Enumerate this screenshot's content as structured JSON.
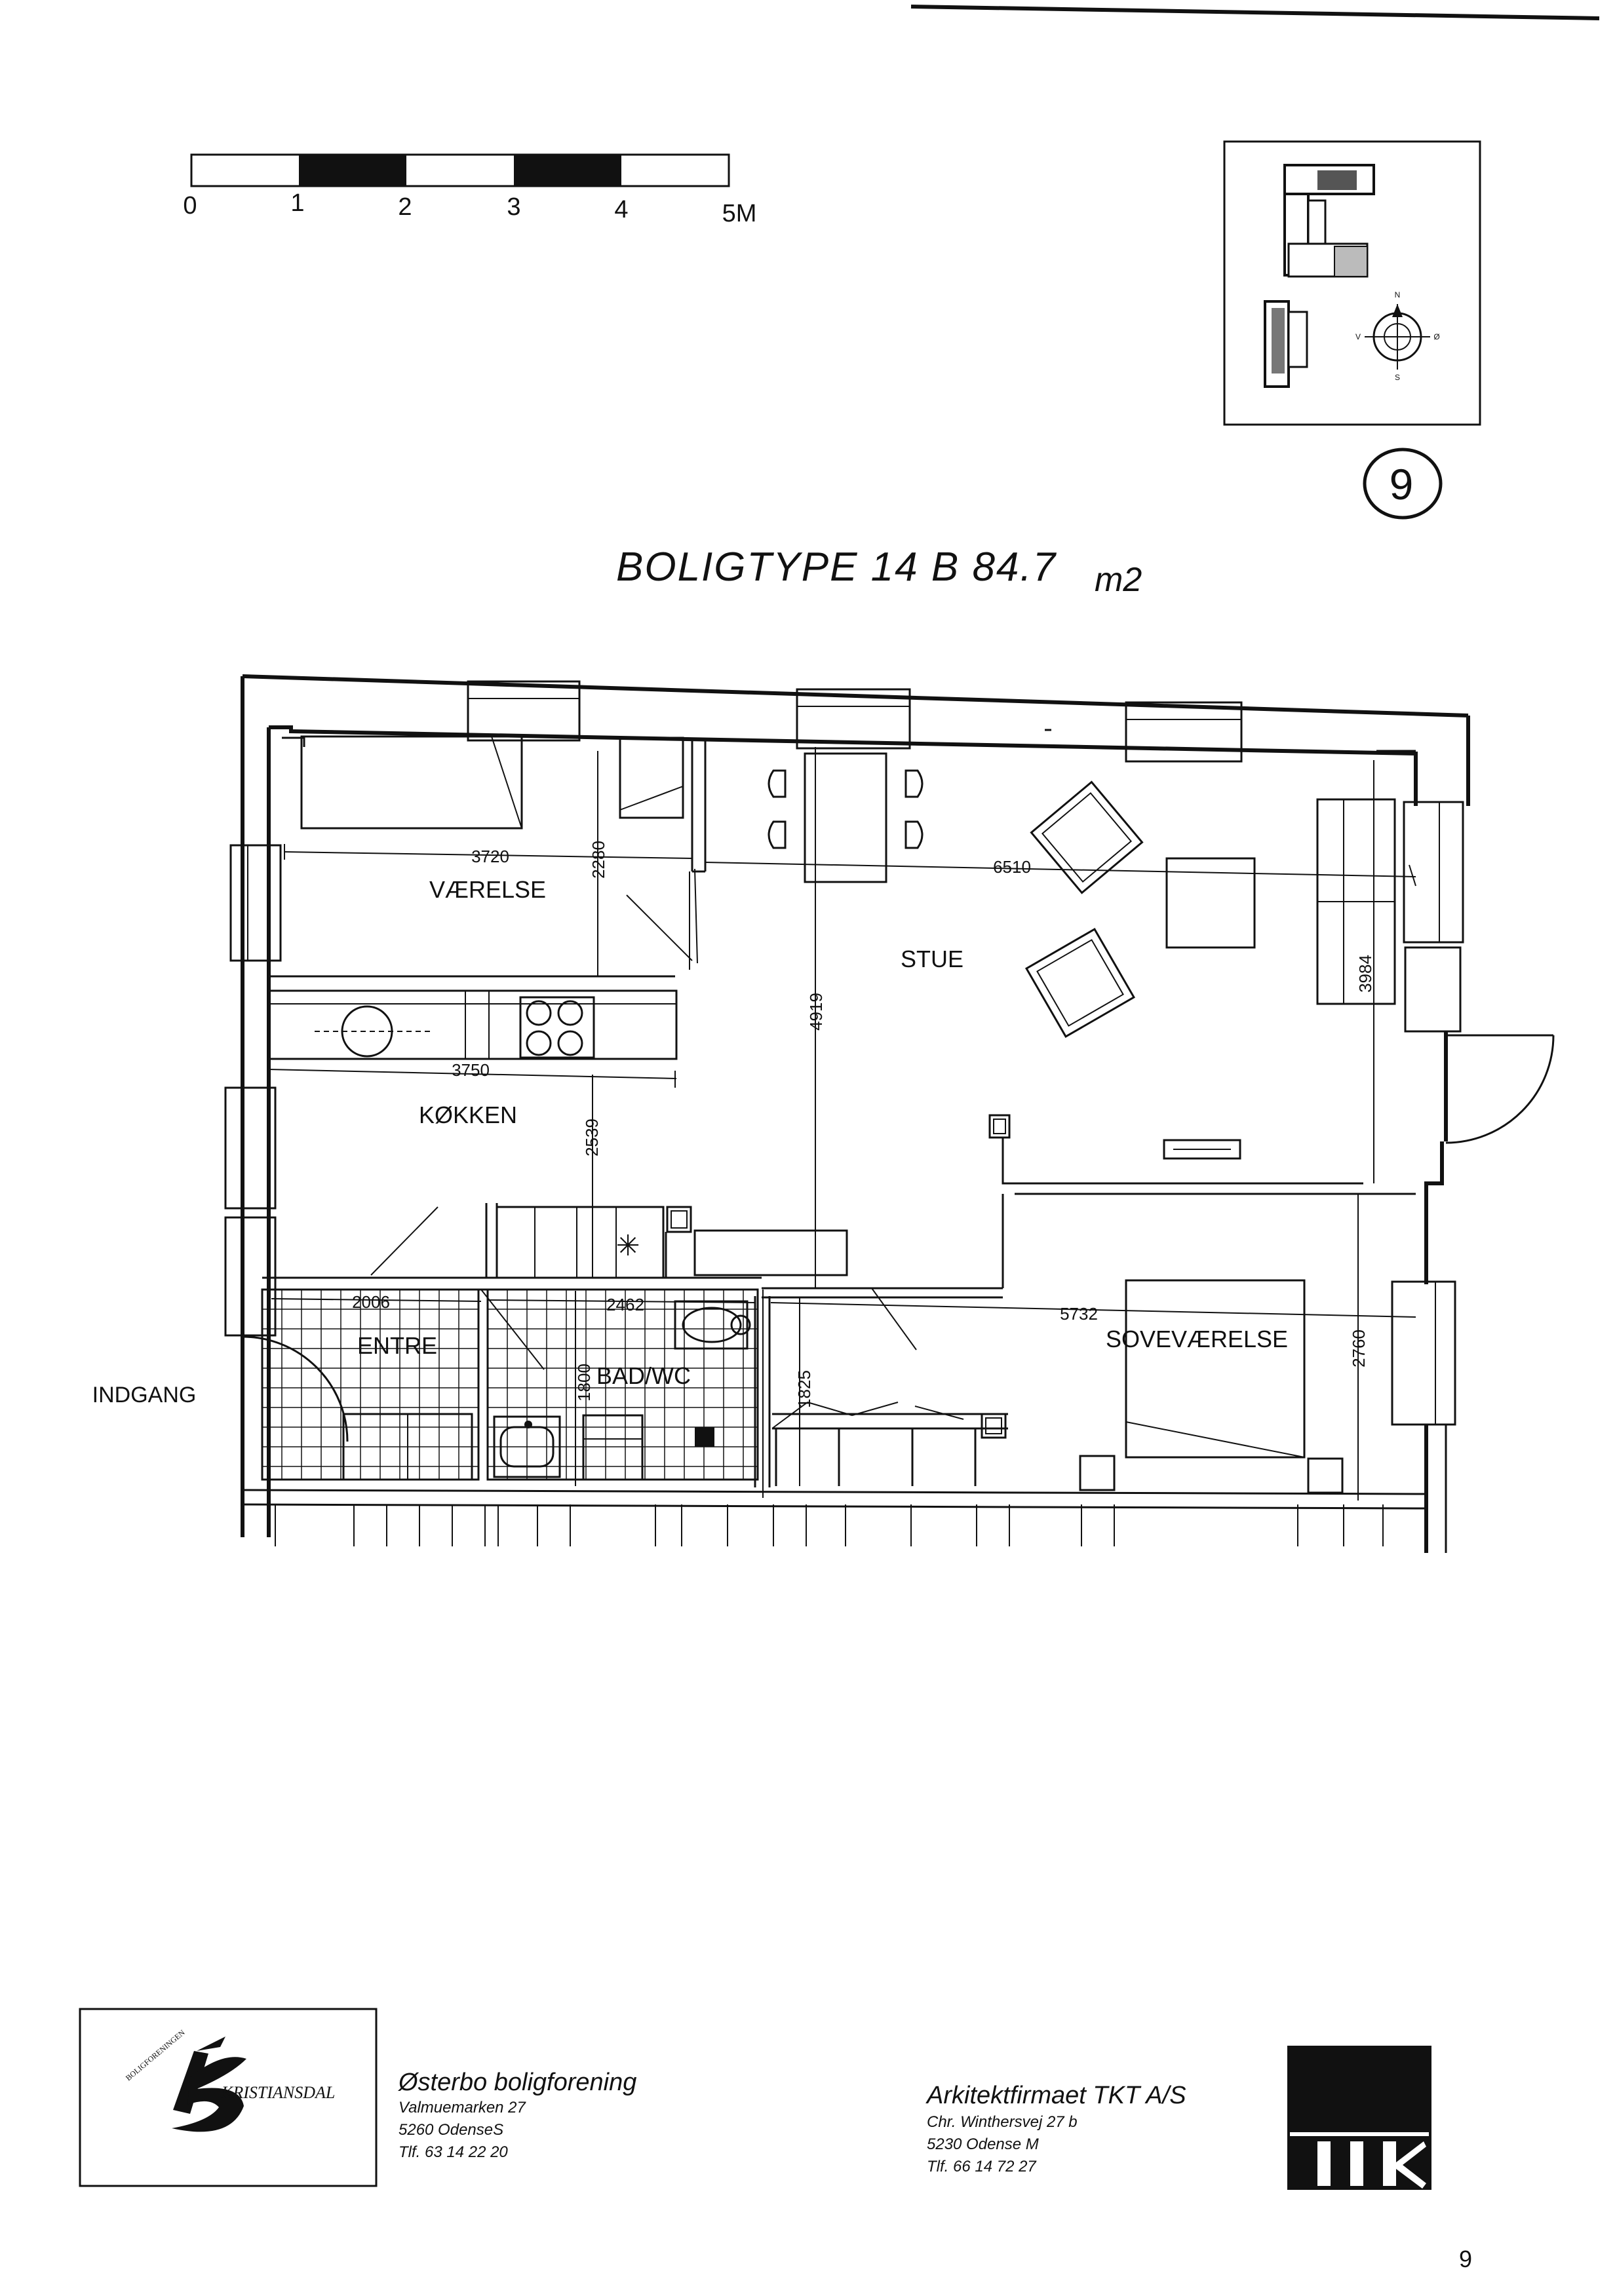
{
  "scale_bar": {
    "labels": [
      "0",
      "1",
      "2",
      "3",
      "4",
      "5M"
    ]
  },
  "page_number_circled": "9",
  "title": "BOLIGTYPE  14  B  84.7",
  "title_unit": "m2",
  "rooms": {
    "vaerelse": "VÆRELSE",
    "stue": "STUE",
    "kokken": "KØKKEN",
    "entre": "ENTRE",
    "bad": "BAD/WC",
    "sovevaerelse": "SOVEVÆRELSE"
  },
  "entrance_label": "INDGANG",
  "dimensions": {
    "d3720": "3720",
    "d2280": "2280",
    "d6510": "6510",
    "d3984": "3984",
    "d4919": "4919",
    "d3750": "3750",
    "d2539": "2539",
    "d2006": "2006",
    "d2462": "2462",
    "d1800": "1800",
    "d1825": "1825",
    "d5732": "5732",
    "d2760": "2760"
  },
  "compass_letters": {
    "n": "N",
    "s": "S",
    "e": "Ø",
    "w": "V"
  },
  "client": {
    "logo_text": "KRISTIANSDAL",
    "logo_arc_text": "BOLIGFORENINGEN",
    "name": "Østerbo boligforening",
    "address1": "Valmuemarken 27",
    "address2": "5260 OdenseS",
    "phone": "Tlf.  63  14  22  20"
  },
  "architect": {
    "name": "Arkitektfirmaet  TKT  A/S",
    "address1": "Chr.  Winthersvej  27 b",
    "address2": "5230  Odense  M",
    "phone": "Tlf.  66  14  72  27"
  },
  "footer_page_number": "9"
}
